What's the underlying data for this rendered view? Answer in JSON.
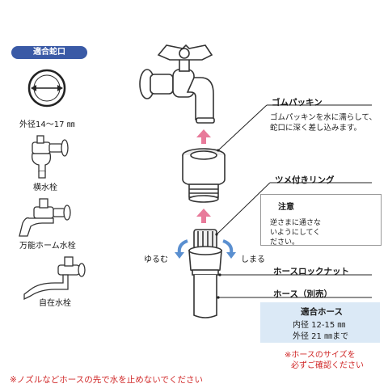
{
  "compat_faucets": {
    "badge": "適合蛇口",
    "diameter_label": "外径14〜17 ㎜",
    "faucets": [
      "横水栓",
      "万能ホーム水栓",
      "自在水栓"
    ]
  },
  "parts": {
    "rubber_packing": {
      "title": "ゴムパッキン",
      "desc_line1": "ゴムパッキンを水に濡らして、",
      "desc_line2": "蛇口に深く差し込みます。"
    },
    "claw_ring": {
      "title": "ツメ付きリング"
    },
    "caution": {
      "title": "注意",
      "text": "逆さまに通さないようにしてください。"
    },
    "rotation": {
      "loosen": "ゆるむ",
      "tighten": "しまる"
    },
    "hose_lock_nut": {
      "title": "ホースロックナット"
    },
    "hose": {
      "title": "ホース（別売）"
    }
  },
  "compat_hose": {
    "title": "適合ホース",
    "inner": "内径 12-15 ㎜",
    "outer": "外径 21 ㎜まで",
    "note_line1": "※ホースのサイズを",
    "note_line2": "必ずご確認ください"
  },
  "footer_note": "※ノズルなどホースの先で水を止めないでください",
  "colors": {
    "badge": "#3a5aa6",
    "arrow_pink": "#e87a9a",
    "rotate_arrow": "#5a8fd0",
    "warning_red": "#d02828",
    "hose_box": "#dbe9f6"
  }
}
